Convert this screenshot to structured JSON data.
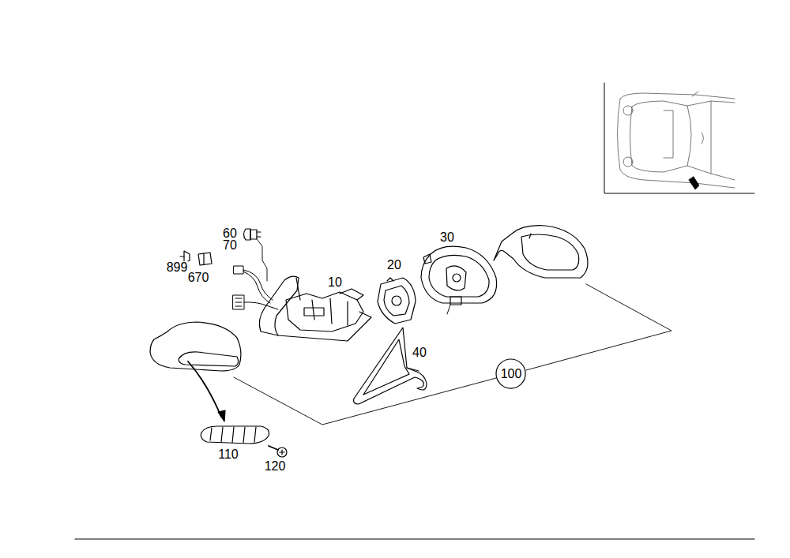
{
  "diagram": {
    "nodes": [
      {
        "text": [
          "100"
        ]
      }
    ],
    "labels": [
      "60",
      "70",
      "30",
      "899",
      "670",
      "20",
      "10",
      "40",
      "110",
      "120"
    ]
  }
}
